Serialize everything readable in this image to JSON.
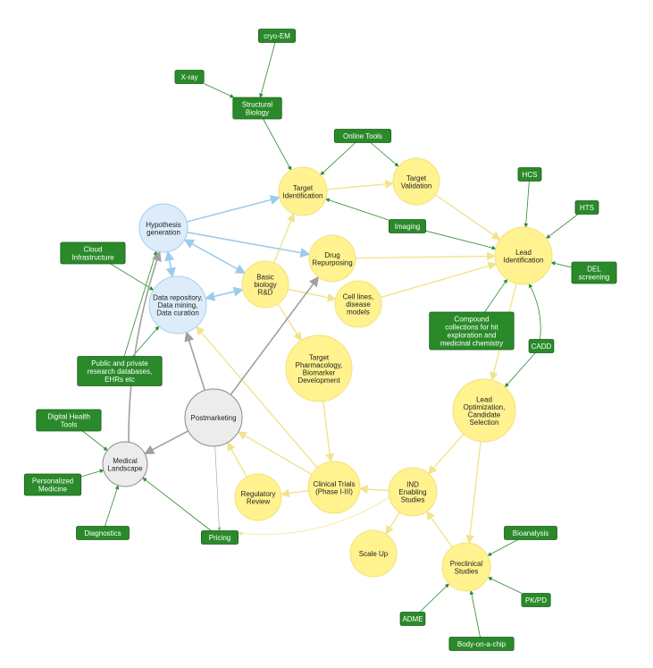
{
  "colors": {
    "yellow_fill": "#fff28f",
    "yellow_stroke": "#f2e27a",
    "blue_fill": "#dcecfa",
    "blue_stroke": "#a9cdeb",
    "gray_fill": "#ececec",
    "gray_stroke": "#8a8a8a",
    "tag_fill": "#2a8a2a",
    "tag_stroke": "#1c5e1c",
    "edge_yellow": "#f0e48c",
    "edge_blue": "#9ccbec",
    "edge_gray": "#a0a0a0",
    "edge_green": "#2e8b2e"
  },
  "nodes": {
    "target_identification": {
      "lines": [
        "Target",
        "Identification"
      ]
    },
    "target_validation": {
      "lines": [
        "Target",
        "Validation"
      ]
    },
    "lead_identification": {
      "lines": [
        "Lead",
        "Identification"
      ]
    },
    "hypothesis_generation": {
      "lines": [
        "Hypothesis",
        "generation"
      ]
    },
    "drug_repurposing": {
      "lines": [
        "Drug",
        "Repurposing"
      ]
    },
    "basic_biology": {
      "lines": [
        "Basic",
        "biology",
        "R&D"
      ]
    },
    "data_repository": {
      "lines": [
        "Data repository,",
        "Data mining,",
        "Data curation"
      ]
    },
    "cell_lines": {
      "lines": [
        "Cell lines,",
        "disease",
        "models"
      ]
    },
    "target_pharmacology": {
      "lines": [
        "Target",
        "Pharmacology,",
        "Biomarker",
        "Development"
      ]
    },
    "lead_optimization": {
      "lines": [
        "Lead",
        "Optimization,",
        "Candidate",
        "Selection"
      ]
    },
    "postmarketing": {
      "lines": [
        "Postmarketing"
      ]
    },
    "medical_landscape": {
      "lines": [
        "Medical",
        "Landscape"
      ]
    },
    "regulatory_review": {
      "lines": [
        "Regulatory",
        "Review"
      ]
    },
    "clinical_trials": {
      "lines": [
        "Clinical Trials",
        "(Phase I-III)"
      ]
    },
    "ind_enabling": {
      "lines": [
        "IND",
        "Enabling",
        "Studies"
      ]
    },
    "scale_up": {
      "lines": [
        "Scale Up"
      ]
    },
    "preclinical": {
      "lines": [
        "Preclinical",
        "Studies"
      ]
    }
  },
  "tags": {
    "cryo_em": {
      "lines": [
        "cryo-EM"
      ]
    },
    "xray": {
      "lines": [
        "X-ray"
      ]
    },
    "structural_biology": {
      "lines": [
        "Structural",
        "Biology"
      ]
    },
    "online_tools": {
      "lines": [
        "Online Tools"
      ]
    },
    "hcs": {
      "lines": [
        "HCS"
      ]
    },
    "hts": {
      "lines": [
        "HTS"
      ]
    },
    "imaging": {
      "lines": [
        "Imaging"
      ]
    },
    "cloud": {
      "lines": [
        "Cloud",
        "Infrastructure"
      ]
    },
    "del": {
      "lines": [
        "DEL",
        "screening"
      ]
    },
    "compound_collections": {
      "lines": [
        "Compound",
        "collections for hit",
        "exploration and",
        "medicinal chemistry"
      ]
    },
    "cadd": {
      "lines": [
        "CADD"
      ]
    },
    "public_private": {
      "lines": [
        "Public and private",
        "research databases,",
        "EHRs etc"
      ]
    },
    "digital_health": {
      "lines": [
        "Digital Health",
        "Tools"
      ]
    },
    "personalized": {
      "lines": [
        "Personalized",
        "Medicine"
      ]
    },
    "diagnostics": {
      "lines": [
        "Diagnostics"
      ]
    },
    "pricing": {
      "lines": [
        "Pricing"
      ]
    },
    "bioanalysis": {
      "lines": [
        "Bioanalysis"
      ]
    },
    "pkpd": {
      "lines": [
        "PK/PD"
      ]
    },
    "adme": {
      "lines": [
        "ADME"
      ]
    },
    "body_on_chip": {
      "lines": [
        "Body-on-a-chip"
      ]
    }
  }
}
